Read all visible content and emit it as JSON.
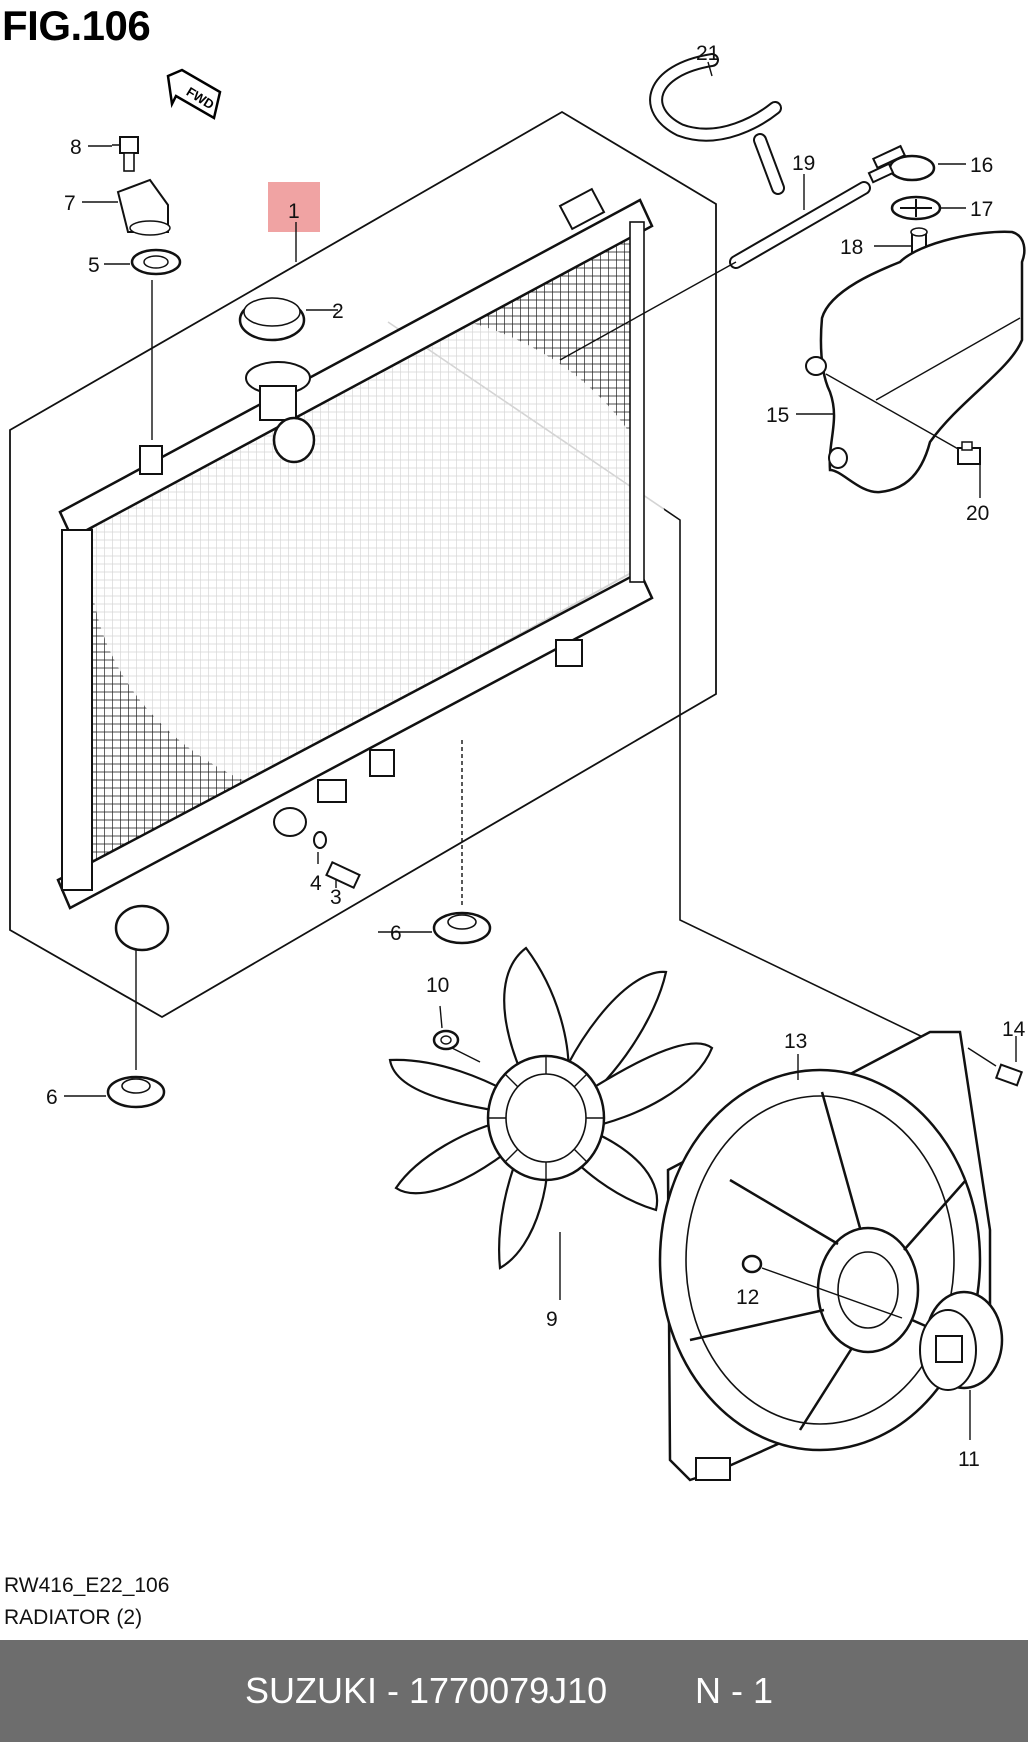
{
  "figure": {
    "title": "FIG.106",
    "fwd_label": "FWD"
  },
  "callouts": [
    "1",
    "2",
    "3",
    "4",
    "5",
    "6",
    "6",
    "7",
    "8",
    "9",
    "10",
    "11",
    "12",
    "13",
    "14",
    "15",
    "16",
    "17",
    "18",
    "19",
    "20",
    "21"
  ],
  "drawing": {
    "code": "RW416_E22_106",
    "name": "RADIATOR (2)"
  },
  "footer": {
    "part_label": "SUZUKI - 1770079J10",
    "page_label": "N - 1"
  },
  "colors": {
    "highlight": "#f0a3a3",
    "footer_bg": "#6d6d6d",
    "footer_text": "#ffffff"
  }
}
